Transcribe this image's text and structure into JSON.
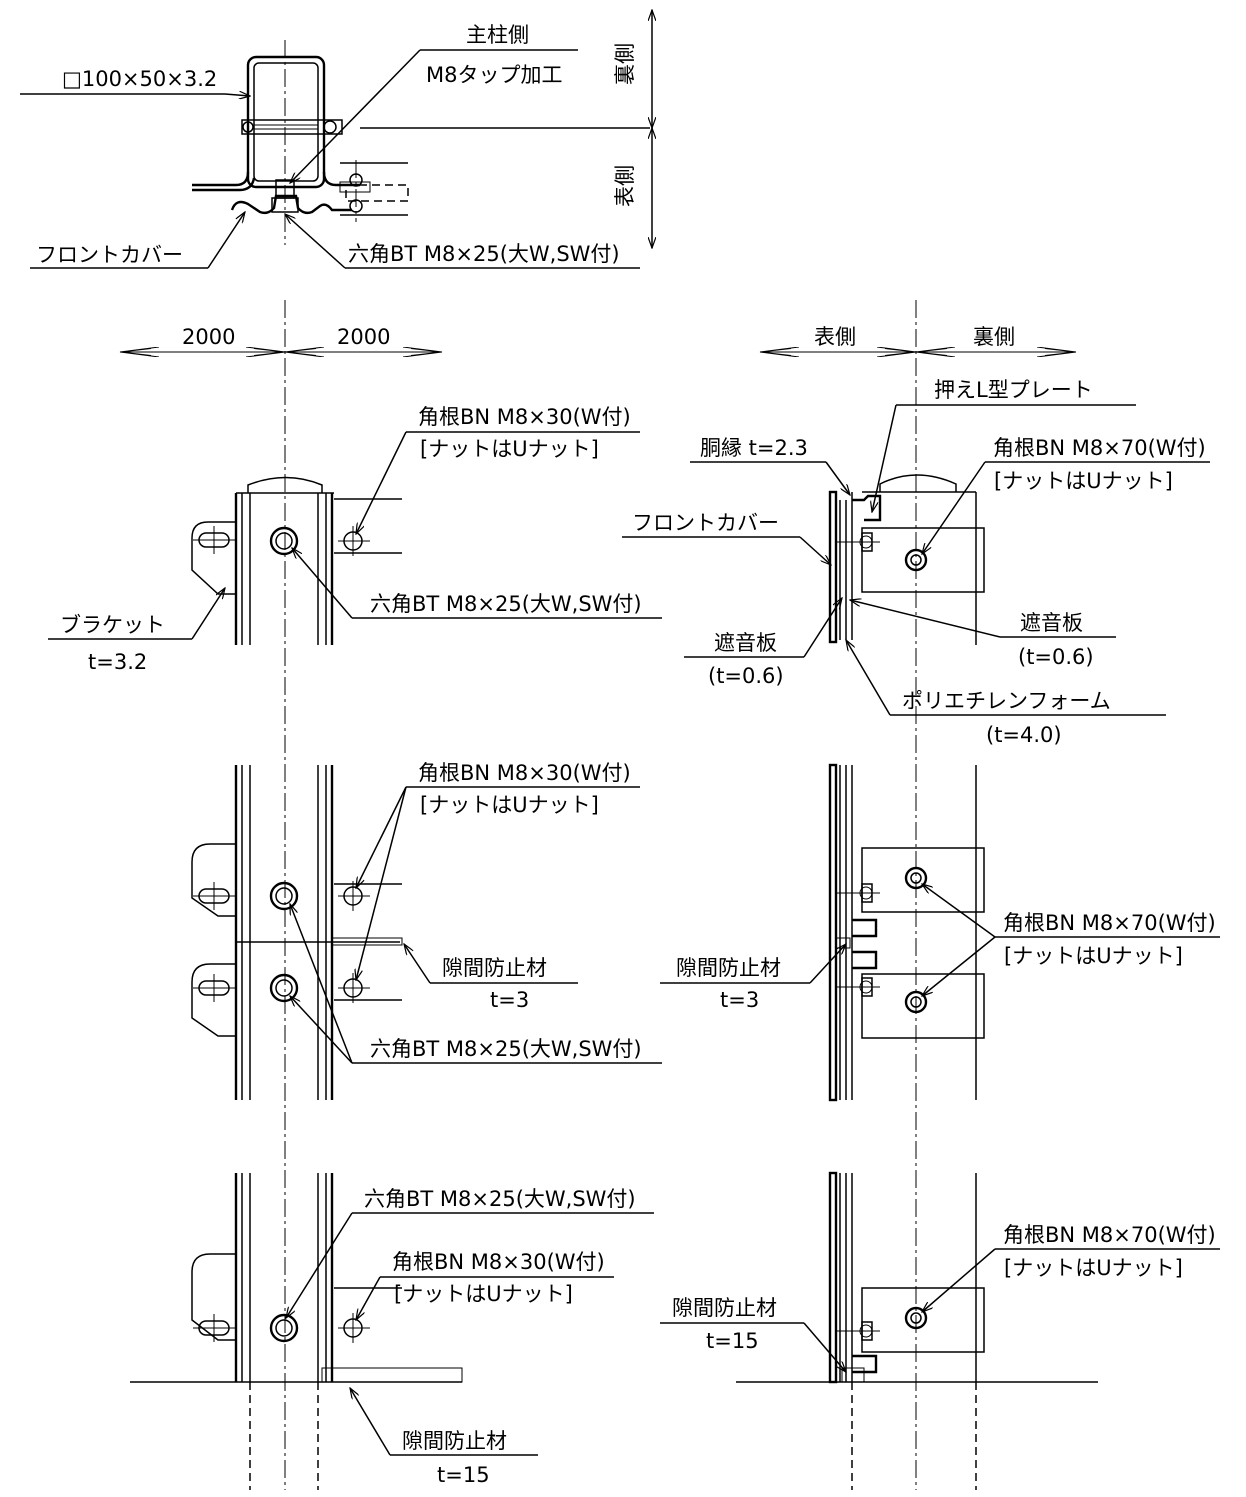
{
  "top_section": {
    "square_tube": "□100×50×3.2",
    "main_post_side": "主柱側",
    "m8_tap": "M8タップ加工",
    "back_side": "裏側",
    "front_side": "表側",
    "front_cover": "フロントカバー",
    "hex_bolt": "六角BT M8×25(大W,SW付)"
  },
  "left_column": {
    "dim_left": "2000",
    "dim_right": "2000",
    "carriage_bolt_30": "角根BN M8×30(W付)",
    "u_nut_note": "[ナットはUナット]",
    "hex_bolt": "六角BT M8×25(大W,SW付)",
    "bracket": "ブラケット",
    "bracket_thickness": "t=3.2",
    "gap_filler": "隙間防止材",
    "gap_filler_t3": "t=3",
    "gap_filler_t15": "t=15"
  },
  "right_column": {
    "front_side": "表側",
    "back_side": "裏側",
    "l_plate": "押えL型プレート",
    "flange": "胴縁 t=2.3",
    "carriage_bolt_70": "角根BN M8×70(W付)",
    "u_nut_note": "[ナットはUナット]",
    "front_cover": "フロントカバー",
    "sound_plate": "遮音板",
    "sound_plate_t_left": "(t=0.6)",
    "sound_plate_t_right": "(t=0.6)",
    "pe_foam": "ポリエチレンフォーム",
    "pe_foam_t": "(t=4.0)",
    "gap_filler": "隙間防止材",
    "gap_filler_t3": "t=3",
    "gap_filler_t15": "t=15"
  }
}
